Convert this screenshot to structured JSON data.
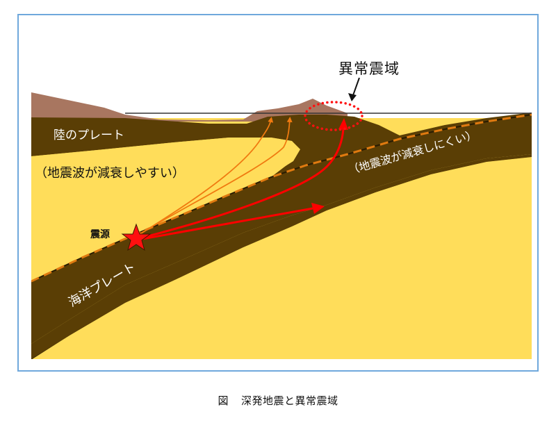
{
  "figure": {
    "caption_prefix": "図",
    "caption_title": "深発地震と異常震域",
    "colors": {
      "frame_border": "#6fa8dc",
      "mantle_yellow": "#ffdd5a",
      "plate_brown": "#5a3e05",
      "crust_surface": "#a87660",
      "sea_line": "#333333",
      "wave_orange": "#f07a10",
      "wave_red": "#ff0000",
      "hypocenter_star": "#ff0000",
      "dashed_boundary": "#e07a10"
    }
  },
  "labels": {
    "continental_plate": "陸のプレート",
    "continental_note": "（地震波が減衰しやすい）",
    "oceanic_plate": "海洋プレート",
    "oceanic_note": "（地震波が減衰しにくい）",
    "hypocenter": "震源",
    "anomalous_area": "異常震域"
  },
  "elements": {
    "hypocenter_icon": "star-icon",
    "anomalous_area_marker": "dotted-ellipse",
    "pointer": "arrow-down-icon",
    "orange_wave_arrows": 2,
    "red_wave_arrows": 2
  }
}
